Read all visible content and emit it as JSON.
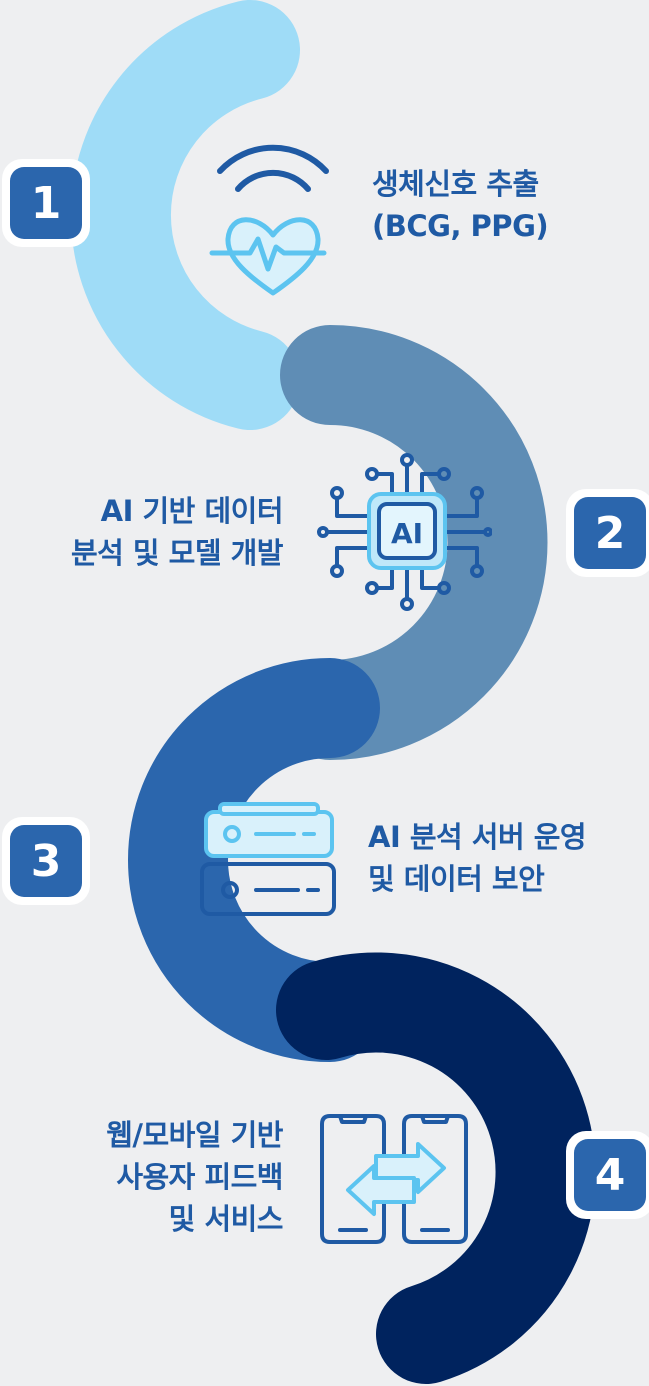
{
  "steps": [
    {
      "number": "1",
      "lines": [
        "생체신호 추출",
        "(BCG, PPG)"
      ],
      "icon": "heart-signal-icon"
    },
    {
      "number": "2",
      "lines": [
        "AI 기반 데이터",
        "분석 및 모델 개발"
      ],
      "icon": "ai-chip-icon",
      "icon_text": "AI"
    },
    {
      "number": "3",
      "lines": [
        "AI 분석 서버 운영",
        "및 데이터 보안"
      ],
      "icon": "server-icon"
    },
    {
      "number": "4",
      "lines": [
        "웹/모바일 기반",
        "사용자 피드백",
        "및 서비스"
      ],
      "icon": "mobile-sync-icon"
    }
  ],
  "colors": {
    "background": "#eeeff1",
    "segment1": "#9fdcf7",
    "segment2": "#5f8db5",
    "segment3": "#2b66ad",
    "segment4": "#00235e",
    "badge": "#2b66ad",
    "label": "#1f5aa4",
    "icon_stroke": "#1f5aa4",
    "icon_light": "#5cc4f0"
  }
}
